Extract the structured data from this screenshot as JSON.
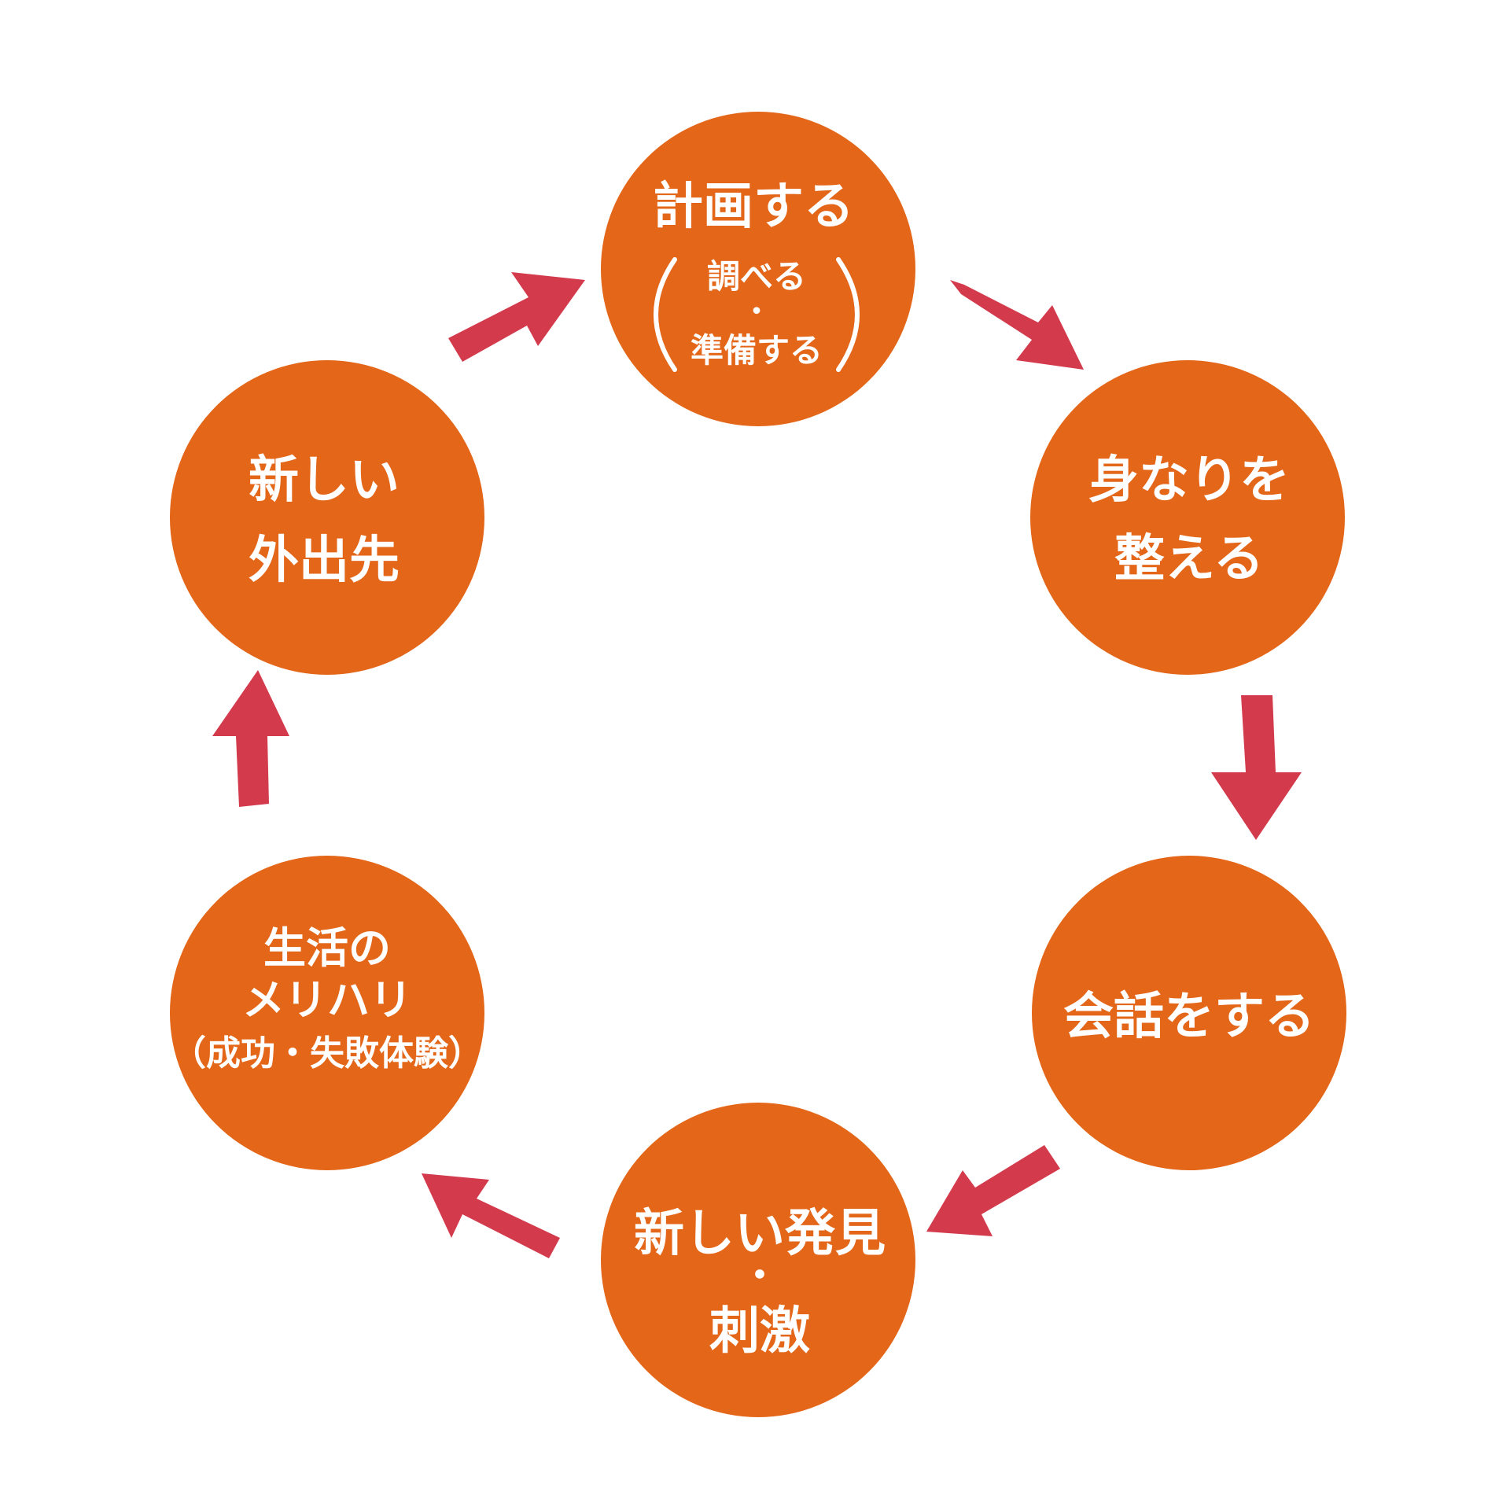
{
  "colors": {
    "background": "#ffffff",
    "circle": "#E36619",
    "arrow": "#D33B4D",
    "text": "#ffffff"
  },
  "nodes": [
    {
      "id": "plan",
      "main": "計画する",
      "sub1": "調べる",
      "sub_dot": "・",
      "sub2": "準備する"
    },
    {
      "id": "appearance",
      "line1": "身なりを",
      "line2": "整える"
    },
    {
      "id": "conversation",
      "line1": "会話をする"
    },
    {
      "id": "discovery",
      "line1": "新しい発見",
      "dot": "・",
      "line2": "刺激"
    },
    {
      "id": "life",
      "line1": "生活の",
      "line2": "メリハリ",
      "line3": "（成功・失敗体験）"
    },
    {
      "id": "destination",
      "line1": "新しい",
      "line2": "外出先"
    }
  ],
  "edges": [
    {
      "from": "plan",
      "to": "appearance"
    },
    {
      "from": "appearance",
      "to": "conversation"
    },
    {
      "from": "conversation",
      "to": "discovery"
    },
    {
      "from": "discovery",
      "to": "life"
    },
    {
      "from": "life",
      "to": "destination"
    },
    {
      "from": "destination",
      "to": "plan"
    }
  ]
}
